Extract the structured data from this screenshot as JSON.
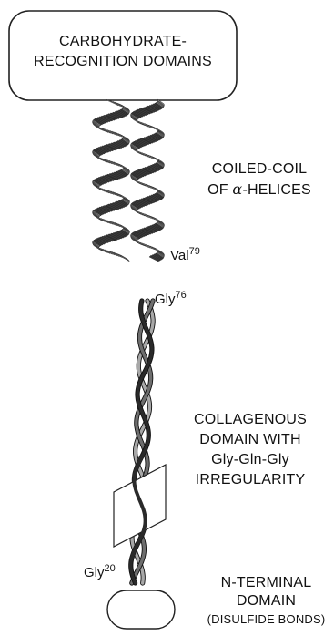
{
  "domains": {
    "crd": {
      "line1": "CARBOHYDRATE-",
      "line2": "RECOGNITION DOMAINS"
    },
    "coiled_coil": {
      "line1": "COILED-COIL",
      "line2_prefix": "OF ",
      "alpha": "α",
      "line2_suffix": "-HELICES"
    },
    "collagenous": {
      "line1": "COLLAGENOUS",
      "line2": "DOMAIN WITH",
      "line3": "Gly-Gln-Gly",
      "line4": "IRREGULARITY"
    },
    "n_terminal": {
      "line1": "N-TERMINAL",
      "line2": "DOMAIN",
      "line3": "(DISULFIDE BONDS)"
    }
  },
  "residues": {
    "val79": {
      "name": "Val",
      "number": "79"
    },
    "gly76": {
      "name": "Gly",
      "number": "76"
    },
    "gly20": {
      "name": "Gly",
      "number": "20"
    }
  },
  "colors": {
    "helix_dark": "#3a3a3a",
    "helix_mid": "#7a7a7a",
    "helix_light": "#bdbdbd",
    "strand_dark": "#2a2a2a",
    "strand_mid": "#6e6e6e",
    "strand_light": "#a8a8a8"
  }
}
